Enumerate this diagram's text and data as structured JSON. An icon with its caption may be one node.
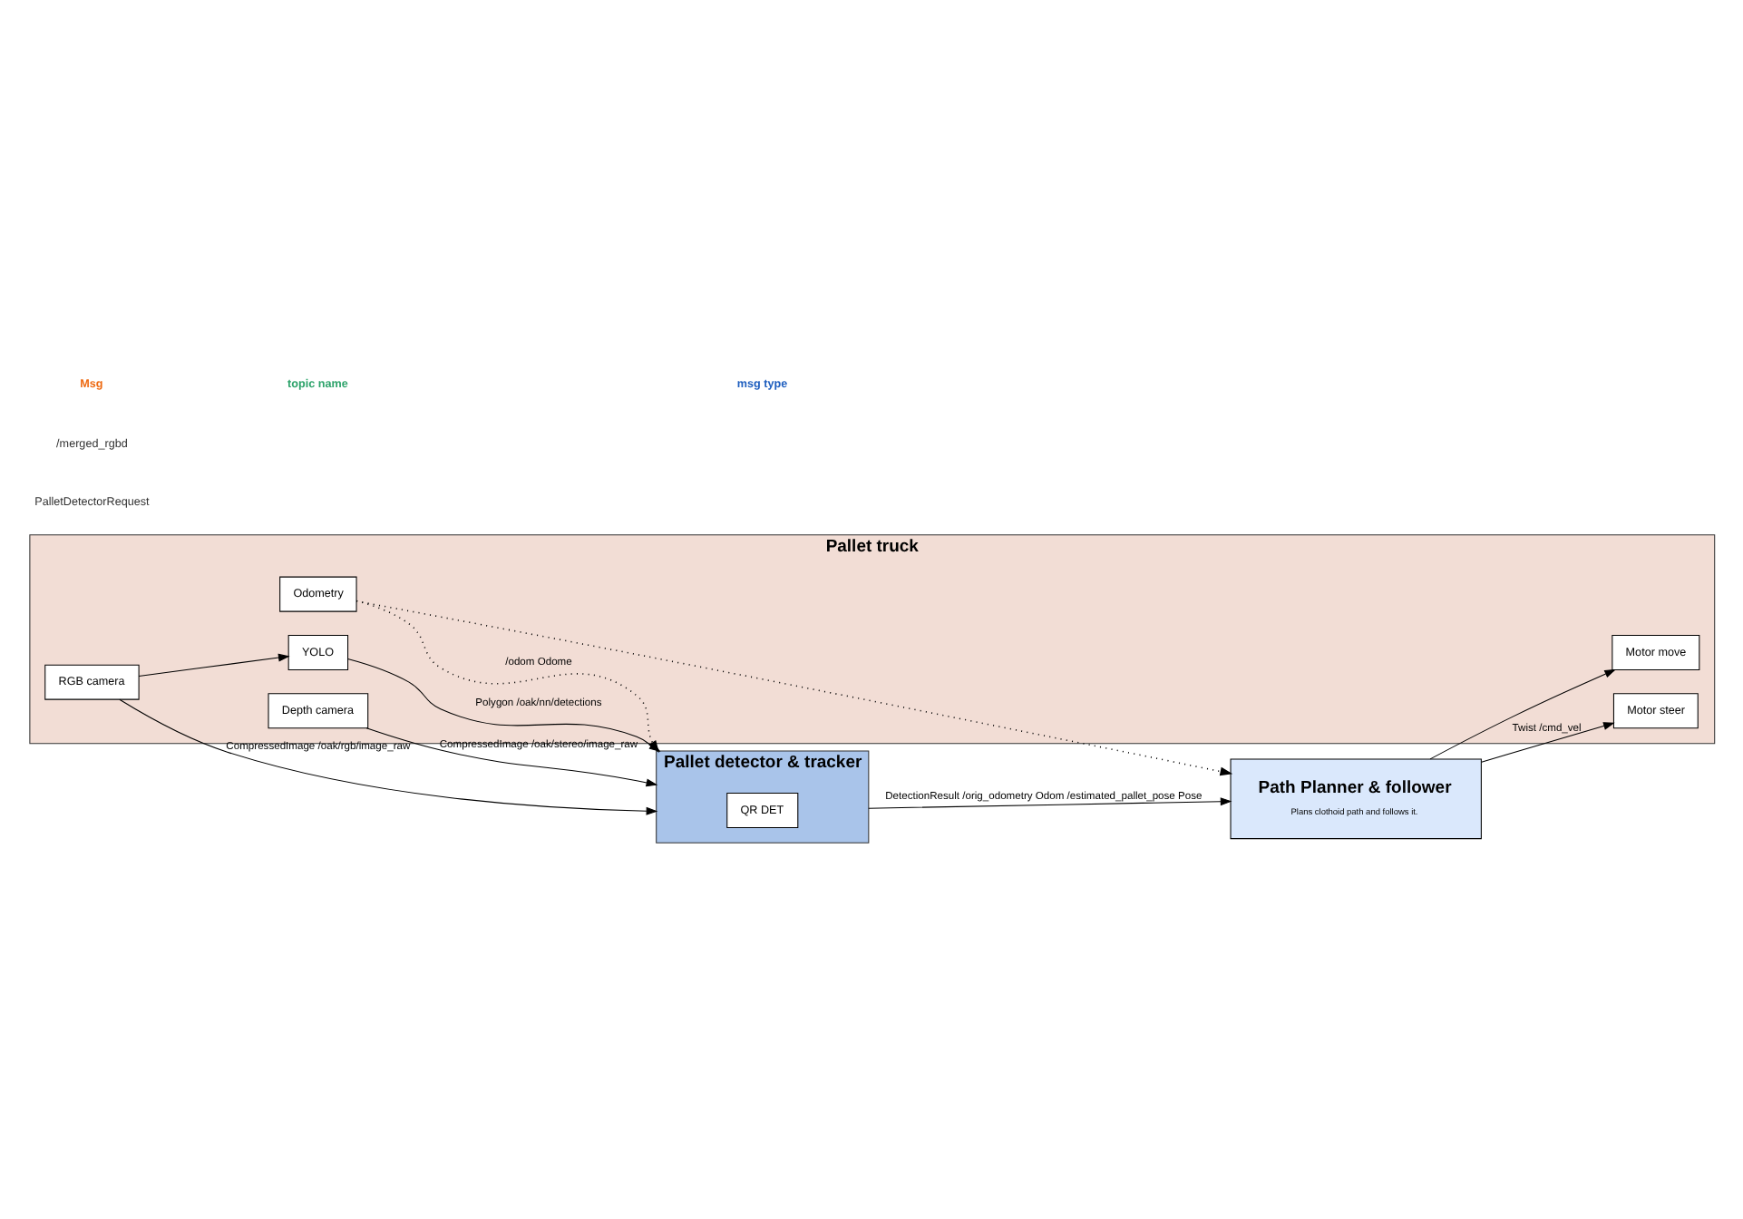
{
  "diagram": {
    "nodes": [
      {
        "text": [
          "Pallet truck"
        ]
      },
      {
        "text": [
          "YOLO"
        ],
        "in": 0
      },
      {
        "text": [
          "RGB camera"
        ],
        "in": 0
      },
      {
        "text": [
          "Depth camera"
        ],
        "in": 0
      },
      {
        "text": [
          "Odometry"
        ],
        "in": 0
      },
      {
        "text": [
          "Motor steer"
        ],
        "in": 0
      },
      {
        "text": [
          "Motor move"
        ],
        "in": 0
      },
      {
        "text": [
          "Pallet detector & tracker"
        ]
      },
      {
        "text": [
          "QR DET"
        ],
        "in": 7
      },
      {
        "text": [
          "Path Planner & follower",
          "Plans clothoid path and follows it."
        ]
      }
    ],
    "edges": [
      {
        "from": 2,
        "to": 1,
        "arrow": "to"
      },
      {
        "from": 1,
        "to": 7,
        "arrow": "to",
        "label": "Polygon /oak/nn/detections"
      },
      {
        "from": 2,
        "to": 7,
        "arrow": "to",
        "label": "CompressedImage /oak/rgb/image_raw"
      },
      {
        "from": 3,
        "to": 7,
        "arrow": "to",
        "label": "CompressedImage /oak/stereo/image_raw"
      },
      {
        "from": 4,
        "to": 7,
        "arrow": "to",
        "label": "/odom Odome",
        "style": "dashed"
      },
      {
        "from": 4,
        "to": 9,
        "arrow": "to",
        "style": "dashed"
      },
      {
        "from": 7,
        "to": 9,
        "arrow": "to",
        "label": "DetectionResult /orig_odometry Odom /estimated_pallet_pose Pose"
      },
      {
        "from": 9,
        "to": 5,
        "arrow": "to",
        "label": "Twist /cmd_vel"
      },
      {
        "from": 9,
        "to": 6,
        "arrow": "to"
      }
    ],
    "labels": [
      "PalletDetectorRequest",
      "/merged_rgbd"
    ],
    "legend": [
      {
        "text": "Msg",
        "color": "#ee6a12"
      },
      {
        "text": "topic name",
        "color": "#2ea36b"
      },
      {
        "text": "msg type",
        "color": "#1f5fbf"
      }
    ]
  }
}
